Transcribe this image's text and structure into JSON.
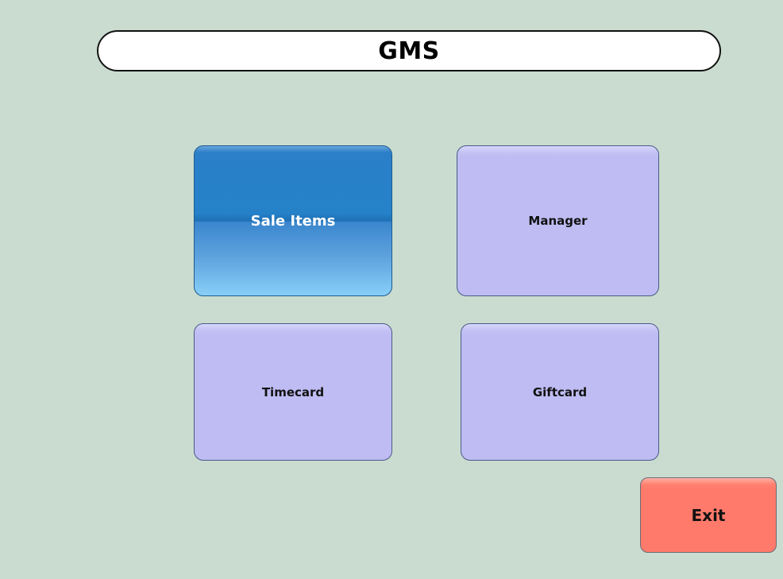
{
  "header": {
    "title": "GMS"
  },
  "menu": {
    "sale_items": "Sale Items",
    "manager": "Manager",
    "timecard": "Timecard",
    "giftcard": "Giftcard"
  },
  "footer": {
    "exit": "Exit"
  },
  "colors": {
    "background": "#cadccf",
    "tile_default": "#bebcf2",
    "tile_selected": "#2582c9",
    "exit": "#ff7a6a"
  }
}
